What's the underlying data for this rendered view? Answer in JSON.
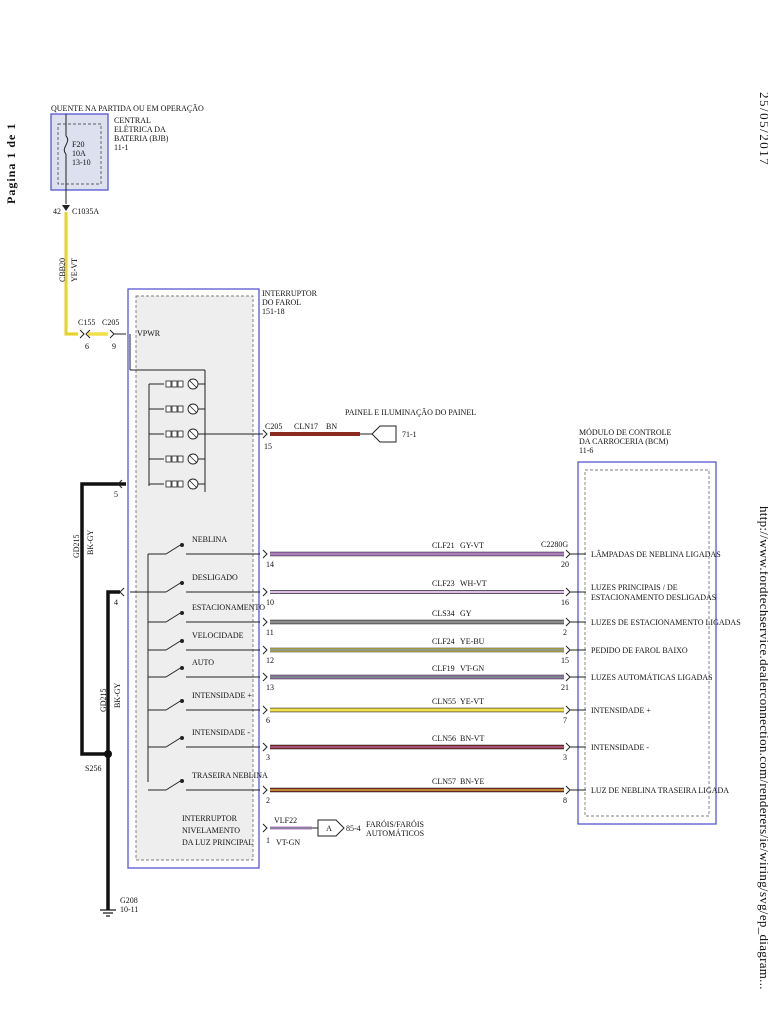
{
  "margins": {
    "page_label": "Pagina 1 de 1",
    "url": "http://www.fordtechservice.dealerconnection.com/renderers/ie/wiring/svg/ep_diagram...",
    "date": "25/05/2017"
  },
  "top": {
    "supply_label": "QUENTE NA PARTIDA OU EM OPERAÇÃO",
    "bjb_name": [
      "CENTRAL",
      "ELÉTRICA DA",
      "BATERIA (BJB)",
      "11-1"
    ],
    "fuse": [
      "F20",
      "10A",
      "13-10"
    ],
    "bjb_pin": "42",
    "bjb_connector": "C1035A",
    "feed_circuit": "CBB20",
    "feed_color": "YE-VT",
    "c155": "C155",
    "c155_pin": "6",
    "c205a": "C205",
    "c205a_pin": "9",
    "vpwr": "VPWR"
  },
  "switch": {
    "title": [
      "INTERRUPTOR",
      "DO FAROL",
      "151-18"
    ],
    "leveling": [
      "INTERRUPTOR",
      "NIVELAMENTO",
      "DA LUZ PRINCIPAL"
    ],
    "gd215": "GD215",
    "bkgy": "BK-GY",
    "pin5": "5",
    "pin4": "4",
    "s256": "S256",
    "g208": [
      "G208",
      "10-11"
    ]
  },
  "panel": {
    "label": "PAINEL E ILUMINAÇÃO DO PAINEL",
    "connector": "C205",
    "pin": "15",
    "circuit": "CLN17",
    "color": "BN",
    "ref": "71-1"
  },
  "bcm": {
    "title": [
      "MÓDULO DE CONTROLE",
      "DA CARROCERIA (BCM)",
      "11-6"
    ],
    "connector": "C2280G"
  },
  "circuits": [
    {
      "sw": "NEBLINA",
      "lpin": "14",
      "circuit": "CLF21",
      "color": "GY-VT",
      "rpin": "20",
      "func": [
        "LÂMPADAS DE NEBLINA LIGADAS"
      ]
    },
    {
      "sw": "DESLIGADO",
      "lpin": "10",
      "circuit": "CLF23",
      "color": "WH-VT",
      "rpin": "16",
      "func": [
        "LUZES PRINCIPAIS / DE",
        "ESTACIONAMENTO DESLIGADAS"
      ]
    },
    {
      "sw": "ESTACIONAMENTO",
      "lpin": "11",
      "circuit": "CLS34",
      "color": "GY",
      "rpin": "2",
      "func": [
        "LUZES DE ESTACIONAMENTO LIGADAS"
      ]
    },
    {
      "sw": "VELOCIDADE",
      "lpin": "12",
      "circuit": "CLF24",
      "color": "YE-BU",
      "rpin": "15",
      "func": [
        "PEDIDO DE FAROL BAIXO"
      ]
    },
    {
      "sw": "AUTO",
      "lpin": "13",
      "circuit": "CLF19",
      "color": "VT-GN",
      "rpin": "21",
      "func": [
        "LUZES AUTOMÁTICAS LIGADAS"
      ]
    },
    {
      "sw": "INTENSIDADE +",
      "lpin": "6",
      "circuit": "CLN55",
      "color": "YE-VT",
      "rpin": "7",
      "func": [
        "INTENSIDADE +"
      ]
    },
    {
      "sw": "INTENSIDADE -",
      "lpin": "3",
      "circuit": "CLN56",
      "color": "BN-VT",
      "rpin": "3",
      "func": [
        "INTENSIDADE -"
      ]
    },
    {
      "sw": "TRASEIRA NEBLINA",
      "lpin": "2",
      "circuit": "CLN57",
      "color": "BN-YE",
      "rpin": "8",
      "func": [
        "LUZ DE NEBLINA TRASEIRA LIGADA"
      ]
    }
  ],
  "leveling_out": {
    "pin": "1",
    "circuit": "VLF22",
    "color": "VT-GN",
    "box": "A",
    "ref": "85-4",
    "dest": [
      "FARÓIS/FARÓIS",
      "AUTOMÁTICOS"
    ]
  },
  "colors": {
    "outline_blue": "#4a4ad0",
    "switch_fill": "#eeeeee",
    "ye_vt": "#f2e04a",
    "bn": "#8b2a1e",
    "gy": "#8c8c8c",
    "vt": "#c07ad8",
    "bk": "#111111"
  }
}
